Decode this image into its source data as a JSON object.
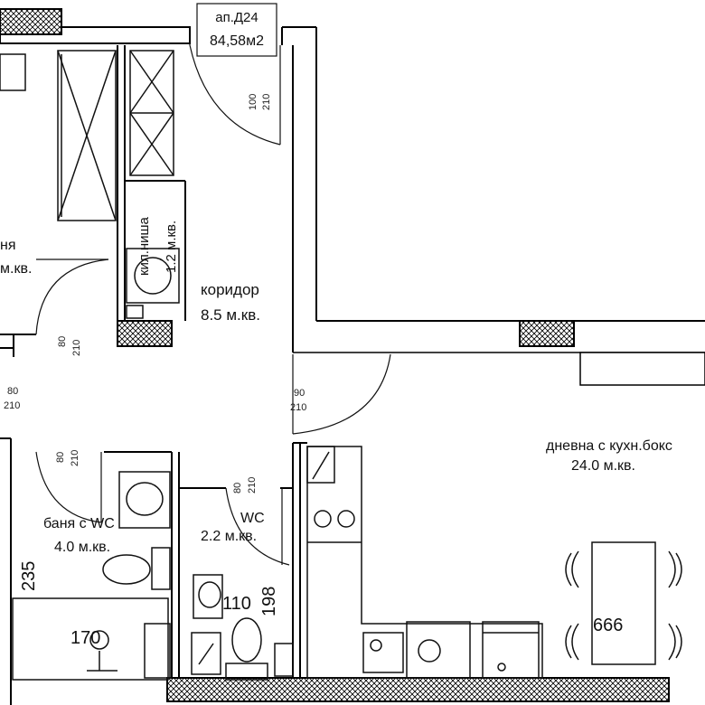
{
  "apartment": {
    "id_label": "ап.Д24",
    "area_label": "84,58м2"
  },
  "rooms": {
    "bedroom_partial": {
      "name": "ня",
      "area": "м.кв."
    },
    "niche": {
      "name": "кил.ниша",
      "area": "1.2 м.кв."
    },
    "corridor": {
      "name": "коридор",
      "area": "8.5 м.кв."
    },
    "bath": {
      "name": "баня с WC",
      "area": "4.0 м.кв."
    },
    "wc": {
      "name": "WC",
      "area": "2.2 м.кв."
    },
    "living": {
      "name": "дневна с кухн.бокс",
      "area": "24.0 м.кв."
    }
  },
  "door_labels": {
    "entrance": {
      "w": "100",
      "h": "210"
    },
    "bedroom": {
      "w": "80",
      "h": "210"
    },
    "bedroom_left": {
      "w": "80",
      "h": "210"
    },
    "living": {
      "w": "90",
      "h": "210"
    },
    "bath": {
      "w": "80",
      "h": "210"
    },
    "wc": {
      "w": "80",
      "h": "210"
    }
  },
  "dimensions": {
    "d235": "235",
    "d170": "170",
    "d198": "198",
    "d110": "110",
    "d666": "666"
  },
  "colors": {
    "wall": "#000000",
    "line": "#222222",
    "background": "#ffffff"
  }
}
